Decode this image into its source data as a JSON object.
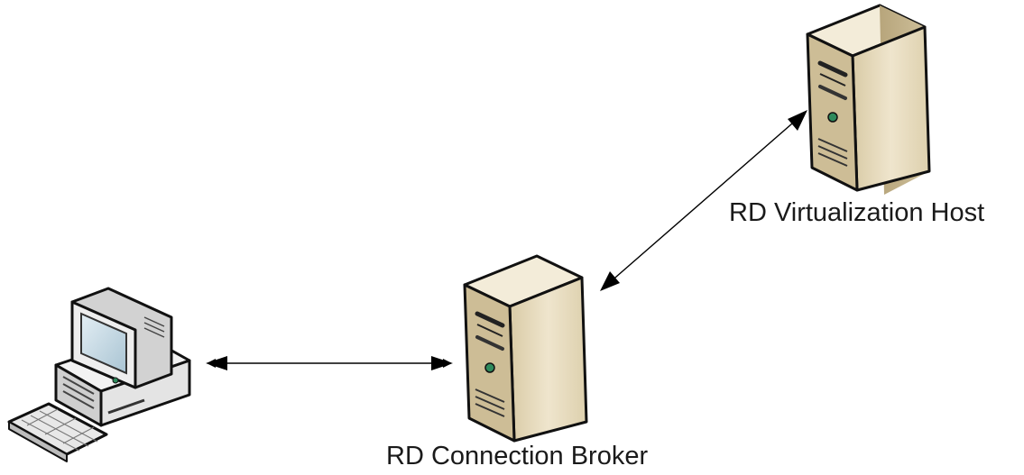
{
  "diagram": {
    "nodes": [
      {
        "id": "client",
        "type": "desktop-computer",
        "icon": "desktop-computer-icon",
        "label": ""
      },
      {
        "id": "broker",
        "type": "server",
        "icon": "server-tower-icon",
        "label": "RD Connection Broker"
      },
      {
        "id": "host",
        "type": "server",
        "icon": "server-tower-icon",
        "label": "RD Virtualization Host"
      }
    ],
    "edges": [
      {
        "from": "client",
        "to": "broker",
        "direction": "bidirectional"
      },
      {
        "from": "broker",
        "to": "host",
        "direction": "bidirectional"
      }
    ],
    "colors": {
      "server_front": "#e8dcc0",
      "server_side": "#c4b48e",
      "server_top": "#f3ecd9",
      "outline": "#111111",
      "led": "#2e8a5c",
      "screen": "#c9dde8",
      "computer_body": "#e4e4e4"
    }
  }
}
